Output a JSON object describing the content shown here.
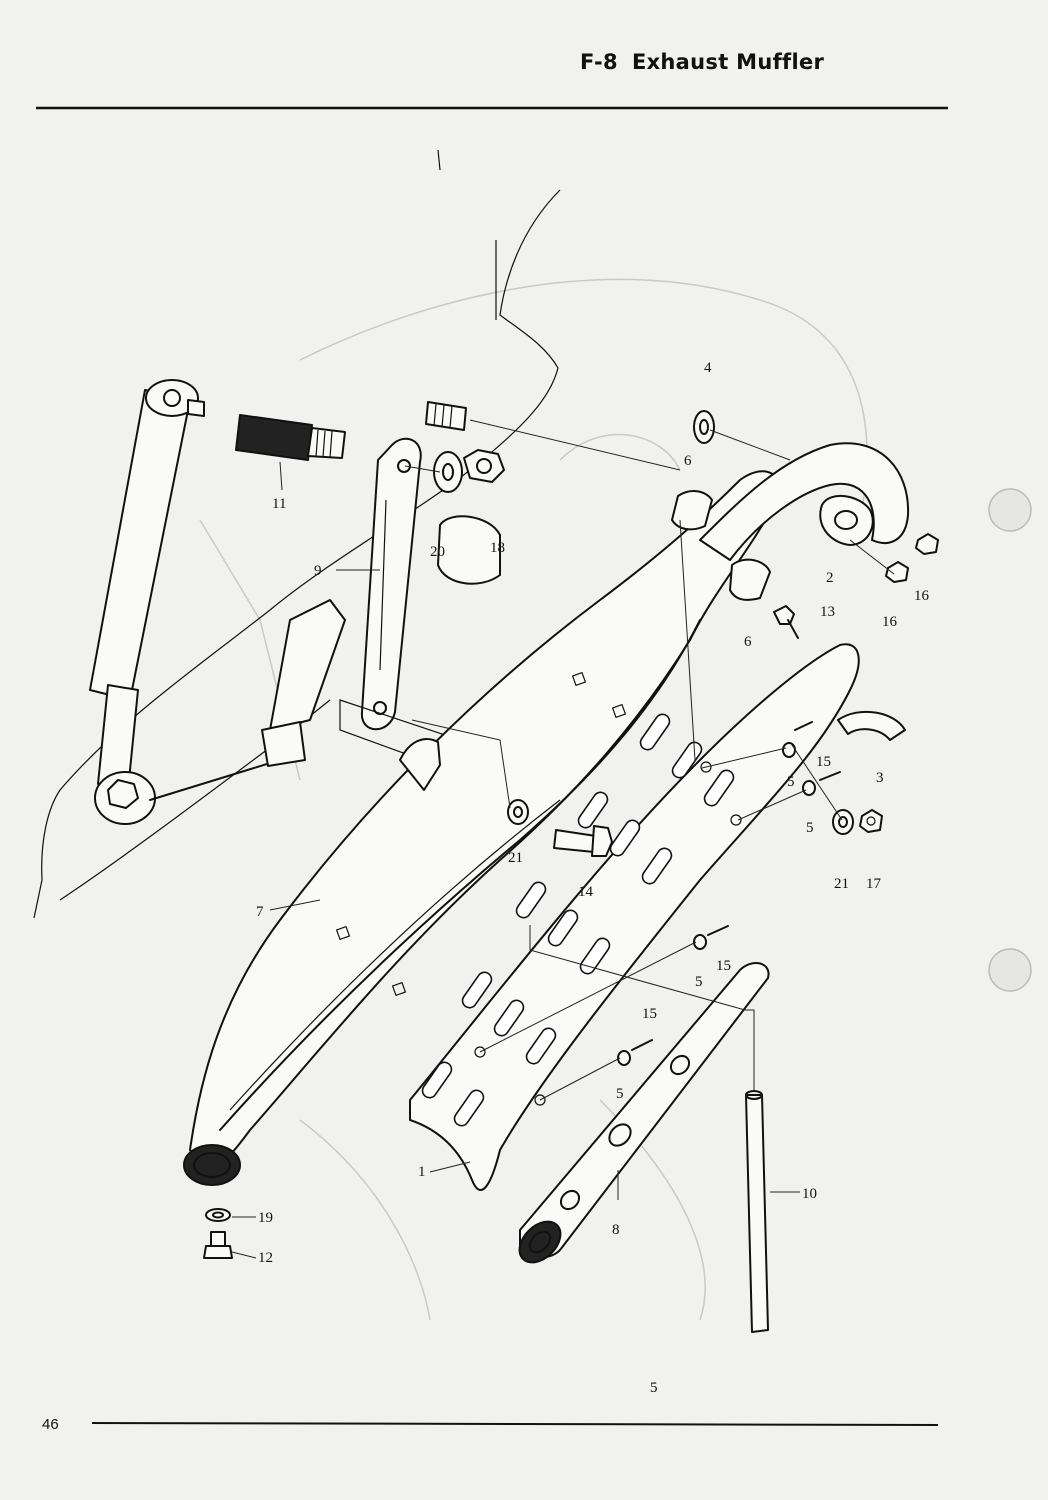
{
  "header": {
    "section_code": "F-8",
    "section_title": "Exhaust Muffler"
  },
  "footer": {
    "page_number": "46"
  },
  "callouts": {
    "c1": "1",
    "c2": "2",
    "c3": "3",
    "c4": "4",
    "c5a": "5",
    "c5b": "5",
    "c5c": "5",
    "c5d": "5",
    "c5e": "5",
    "c6a": "6",
    "c6b": "6",
    "c7": "7",
    "c8": "8",
    "c9": "9",
    "c10": "10",
    "c11": "11",
    "c12": "12",
    "c13": "13",
    "c14": "14",
    "c15a": "15",
    "c15b": "15",
    "c15c": "15",
    "c16a": "16",
    "c16b": "16",
    "c17": "17",
    "c18": "18",
    "c19": "19",
    "c20": "20",
    "c21a": "21",
    "c21b": "21"
  },
  "colors": {
    "paper": "#f1f1ef",
    "ink": "#111111",
    "ghost": "#c9c9c6"
  }
}
